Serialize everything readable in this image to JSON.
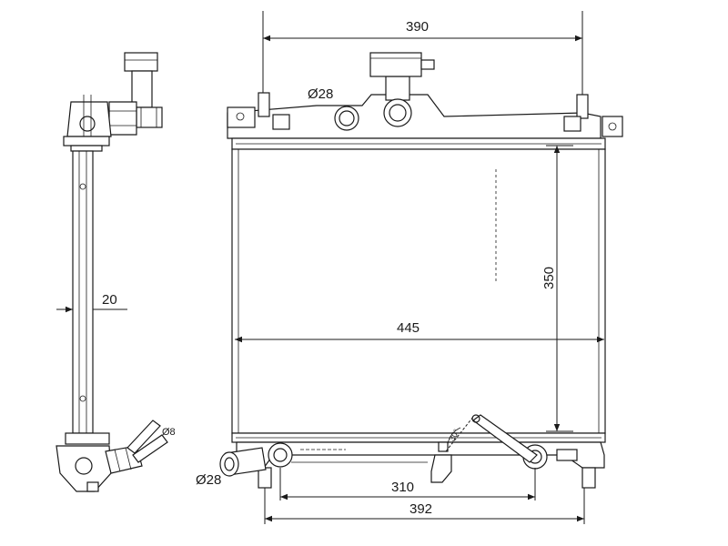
{
  "dimensions": {
    "top_width": "390",
    "top_inlet_diameter": "Ø28",
    "core_height": "350",
    "overall_width": "445",
    "side_depth": "20",
    "small_pipe_diameter": "Ø8",
    "bottom_outlet_diameter": "Ø28",
    "bottom_span_inner": "310",
    "bottom_span_outer": "392",
    "angle": "30°"
  }
}
